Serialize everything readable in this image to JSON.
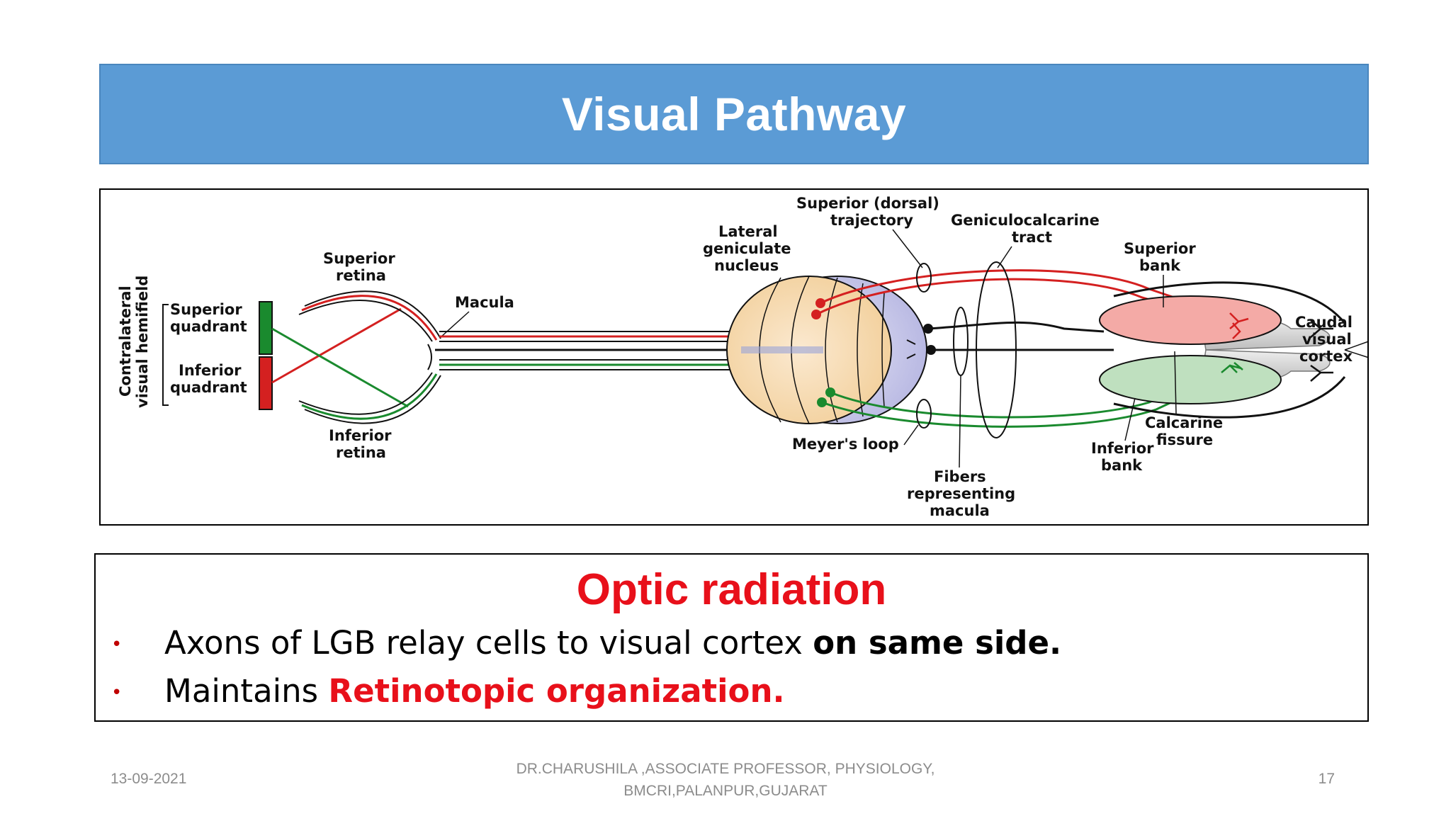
{
  "slide": {
    "title": "Visual Pathway",
    "section_heading": "Optic radiation",
    "bullets": [
      {
        "text": "Axons of LGB relay  cells to visual cortex ",
        "emphasis": "on same side."
      },
      {
        "text": "Maintains ",
        "emphasis": "Retinotopic  organization."
      }
    ],
    "bullet_glyph": "•"
  },
  "diagram": {
    "labels": {
      "contralateral_1": "Contralateral",
      "contralateral_2": "visual hemifield",
      "superior_quadrant_1": "Superior",
      "superior_quadrant_2": "quadrant",
      "inferior_quadrant_1": "Inferior",
      "inferior_quadrant_2": "quadrant",
      "superior_retina_1": "Superior",
      "superior_retina_2": "retina",
      "inferior_retina_1": "Inferior",
      "inferior_retina_2": "retina",
      "macula": "Macula",
      "lgn_1": "Lateral",
      "lgn_2": "geniculate",
      "lgn_3": "nucleus",
      "superior_traj_1": "Superior (dorsal)",
      "superior_traj_2": "trajectory",
      "geniculo_1": "Geniculocalcarine",
      "geniculo_2": "tract",
      "superior_bank_1": "Superior",
      "superior_bank_2": "bank",
      "caudal_1": "Caudal",
      "caudal_2": "visual",
      "caudal_3": "cortex",
      "calcarine_1": "Calcarine",
      "calcarine_2": "fissure",
      "inferior_bank_1": "Inferior",
      "inferior_bank_2": "bank",
      "meyers_loop": "Meyer's loop",
      "fibers_1": "Fibers",
      "fibers_2": "representing",
      "fibers_3": "macula"
    },
    "colors": {
      "superior": "#d42020",
      "inferior": "#1a8a2e",
      "title_bar": "#5b9bd5",
      "heading": "#e8101a"
    }
  },
  "footer": {
    "date": "13-09-2021",
    "author_line1": "DR.CHARUSHILA ,ASSOCIATE PROFESSOR, PHYSIOLOGY,",
    "author_line2": "BMCRI,PALANPUR,GUJARAT",
    "page_number": "17"
  }
}
